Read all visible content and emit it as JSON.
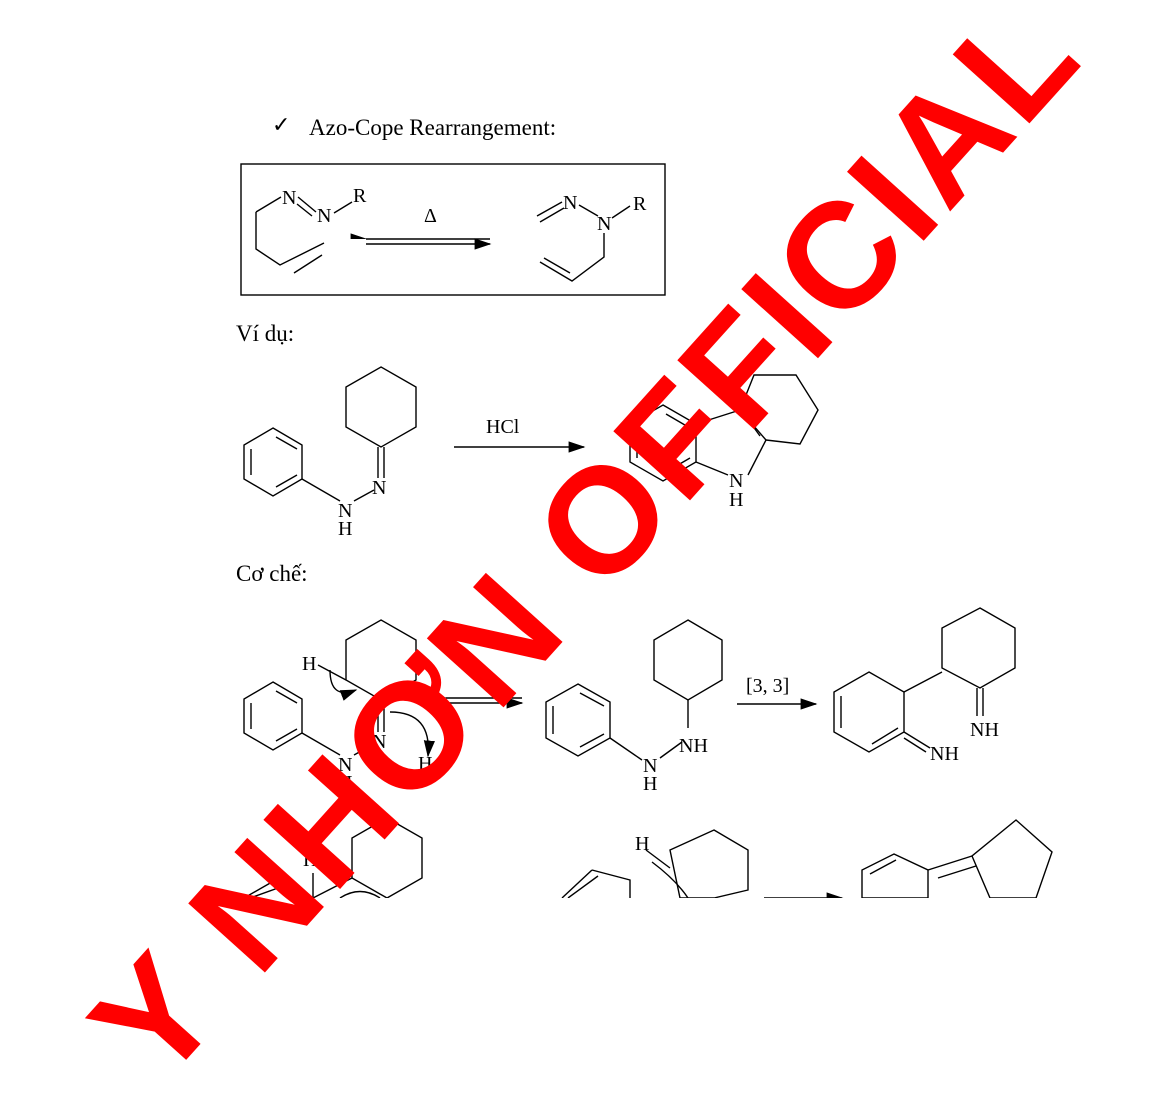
{
  "heading": {
    "bullet": "✓",
    "text": "Azo-Cope Rearrangement:"
  },
  "section_example": "Ví dụ:",
  "section_mechanism": "Cơ chế:",
  "box_reaction": {
    "left_atoms": [
      "N",
      "N",
      "R"
    ],
    "condition": "Δ",
    "right_atoms": [
      "N",
      "N",
      "R"
    ]
  },
  "example_reaction": {
    "reagent": "HCl",
    "reactant_atoms": [
      "N",
      "N",
      "H"
    ],
    "product_atoms": [
      "N",
      "H"
    ]
  },
  "mechanism": {
    "step1_atoms": [
      "H",
      "N",
      "N",
      "H",
      "H+"
    ],
    "step2_atoms": [
      "NH",
      "N",
      "H"
    ],
    "step2_label": "[3, 3]",
    "step3_atoms": [
      "NH",
      "NH"
    ],
    "row2_atoms": [
      "H",
      "H"
    ]
  },
  "watermark": "Y NHƠN OFFICIAL"
}
